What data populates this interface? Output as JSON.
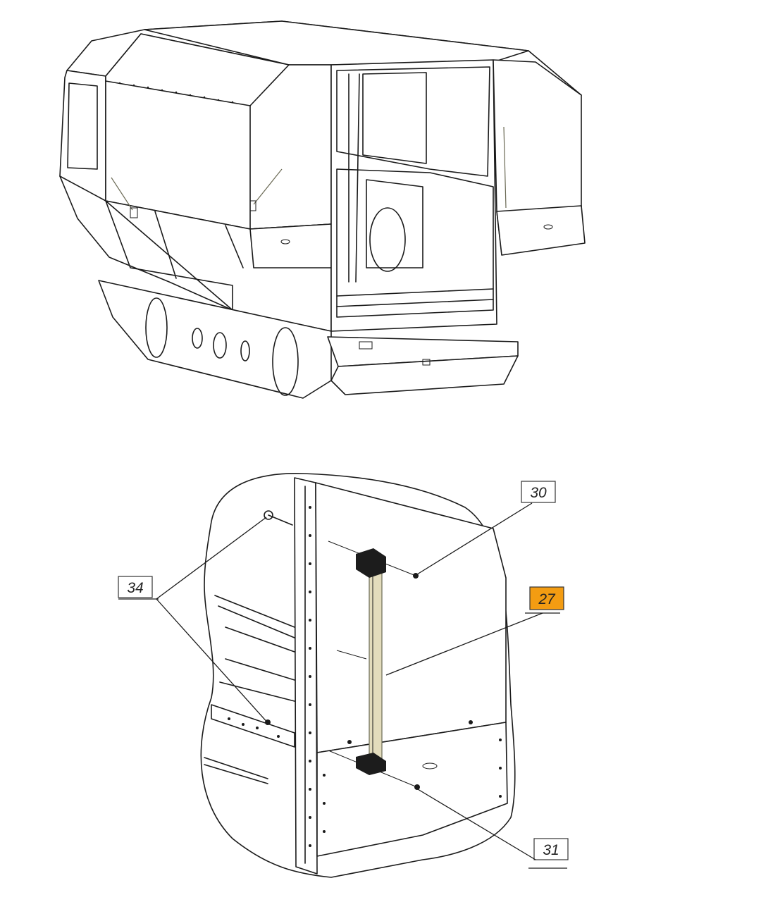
{
  "callouts": [
    {
      "id": "30",
      "label": "30",
      "fill": "#ffffff"
    },
    {
      "id": "27",
      "label": "27",
      "fill": "#f39c12"
    },
    {
      "id": "34",
      "label": "34",
      "fill": "#ffffff"
    },
    {
      "id": "31",
      "label": "31",
      "fill": "#ffffff"
    }
  ],
  "colors": {
    "highlight": "#f39c12",
    "handle": "#e3dcbc",
    "line": "#1a1a1a"
  }
}
